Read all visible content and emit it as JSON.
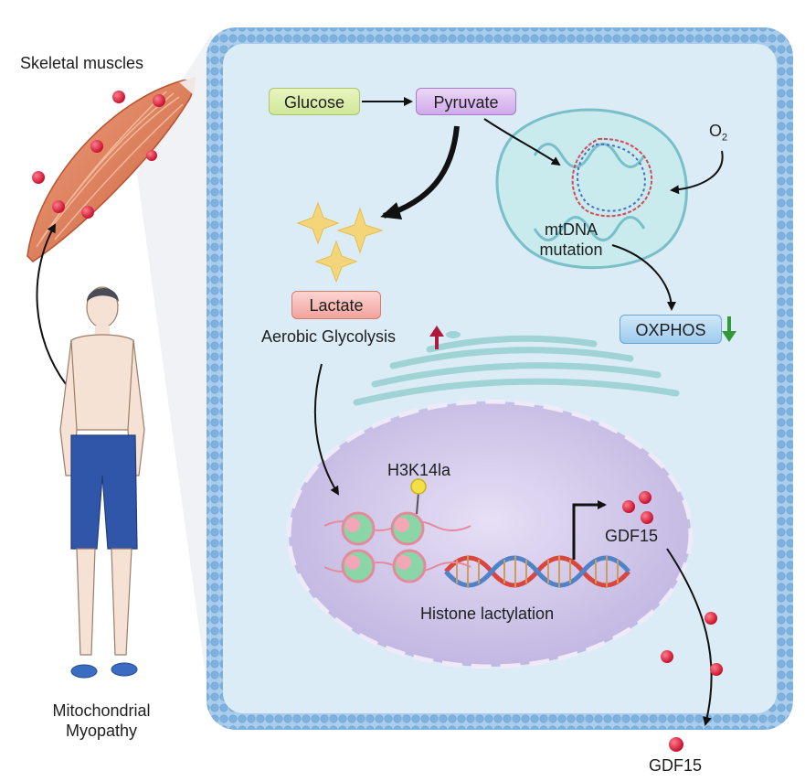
{
  "labels": {
    "skeletal_muscles": "Skeletal muscles",
    "glucose": "Glucose",
    "pyruvate": "Pyruvate",
    "o2_main": "O",
    "o2_sub": "2",
    "mtdna_line1": "mtDNA",
    "mtdna_line2": "mutation",
    "lactate": "Lactate",
    "aerobic_glycolysis": "Aerobic Glycolysis",
    "oxphos": "OXPHOS",
    "h3k14la": "H3K14la",
    "gdf15_inside": "GDF15",
    "histone_lactylation": "Histone lactylation",
    "mito_line1": "Mitochondrial",
    "mito_line2": "Myopathy",
    "gdf15_outside": "GDF15"
  },
  "colors": {
    "cell_fill": "#dbecf7",
    "membrane": "#8fbde6",
    "nucleus_fill": "#c9c0e6",
    "gdf15_dot": "#e0263f",
    "up_arrow": "#b0193a",
    "down_arrow": "#2f9a37",
    "muscle": "#e07b57",
    "shorts": "#2f56a8"
  }
}
